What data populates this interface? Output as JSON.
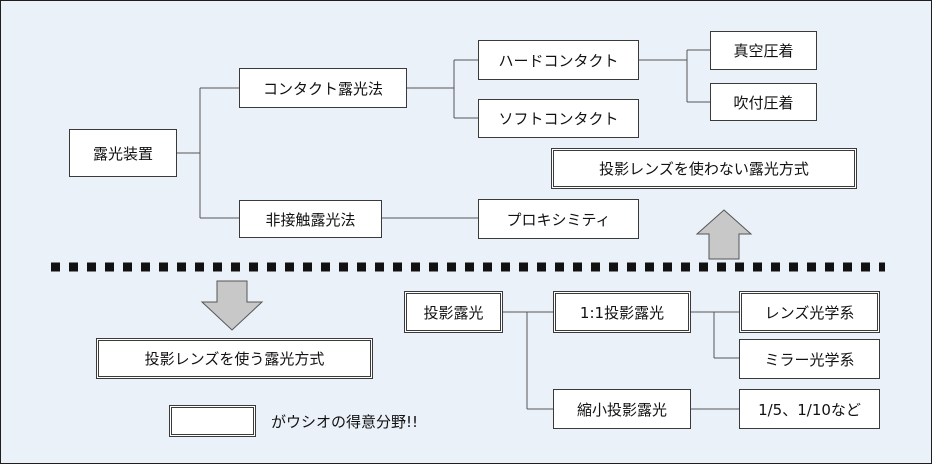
{
  "nodes": {
    "exposure_device": "露光装置",
    "contact_exposure": "コンタクト露光法",
    "non_contact_exposure": "非接触露光法",
    "hard_contact": "ハードコンタクト",
    "soft_contact": "ソフトコンタクト",
    "vacuum_contact": "真空圧着",
    "blow_contact": "吹付圧着",
    "proximity": "プロキシミティ",
    "no_lens_method": "投影レンズを使わない露光方式",
    "lens_method": "投影レンズを使う露光方式",
    "projection_exposure": "投影露光",
    "one_to_one_projection": "1:1投影露光",
    "reduction_projection": "縮小投影露光",
    "lens_optics": "レンズ光学系",
    "mirror_optics": "ミラー光学系",
    "reduction_ratios": "1/5、1/10など"
  },
  "legend": {
    "text": "がウシオの得意分野!!"
  },
  "colors": {
    "background": "#eaf1f9",
    "box_fill": "#ffffff",
    "line": "#555555",
    "arrow_fill": "#c8c8c8",
    "divider": "#111111"
  }
}
